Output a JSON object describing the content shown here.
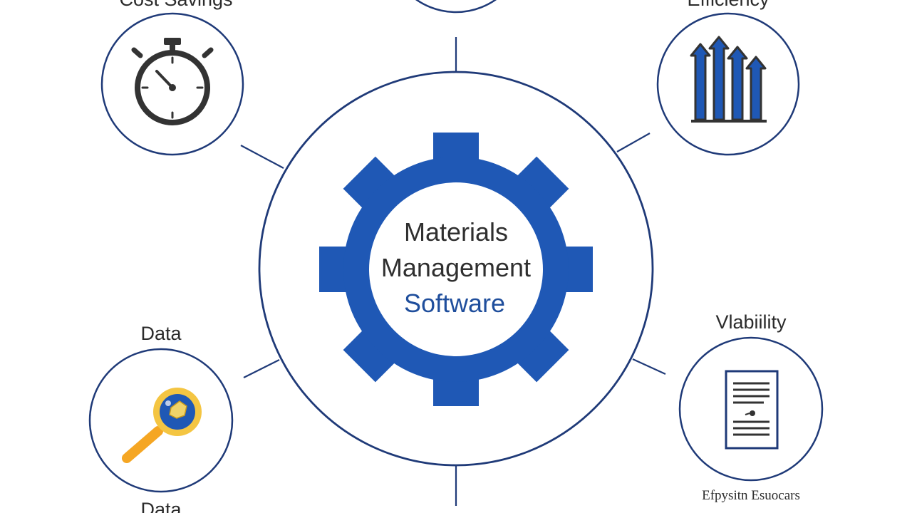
{
  "center": {
    "line1": "Materials",
    "line2": "Management",
    "line3": "Software"
  },
  "nodes": {
    "top_left_label": "Cost Savings",
    "top_right_label": "Efficiency",
    "bottom_left_label_top": "Data",
    "bottom_left_label_bottom": "Data",
    "bottom_right_label_top": "Vlabiility",
    "bottom_right_label_bottom": "Efpysitn Esuocars"
  },
  "colors": {
    "navy": "#1f3a78",
    "blue": "#1f58b5",
    "dark_gray": "#333333",
    "orange": "#f5a623",
    "yellow": "#f4c542"
  }
}
